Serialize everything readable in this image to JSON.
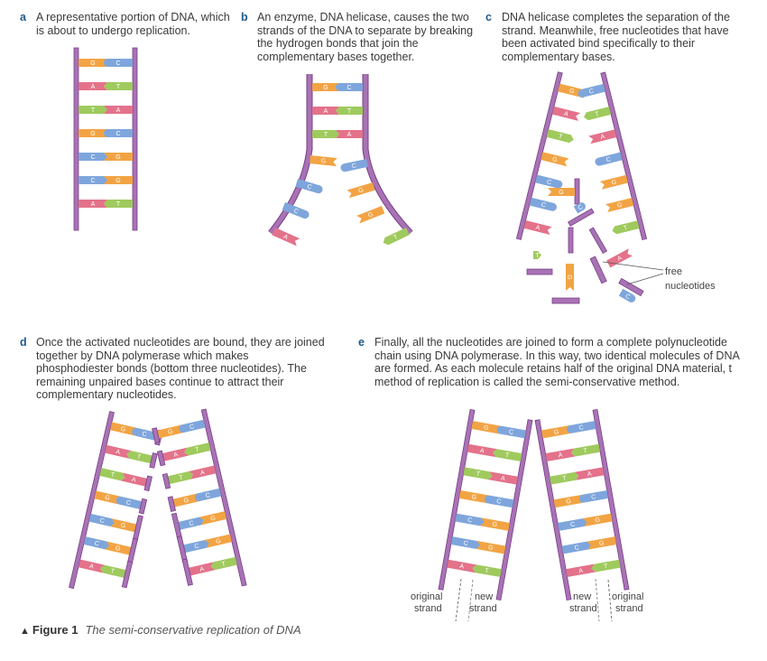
{
  "panels": {
    "a": {
      "letter": "a",
      "text": "A representative portion of DNA, which is about to undergo replication."
    },
    "b": {
      "letter": "b",
      "text": "An enzyme, DNA helicase, causes the two strands of the DNA to separate by breaking the hydrogen bonds that join the complementary bases together."
    },
    "c": {
      "letter": "c",
      "text": "DNA helicase completes the separation of the strand. Meanwhile, free nucleotides that have been activated bind specifically to their complementary bases."
    },
    "d": {
      "letter": "d",
      "text": "Once the activated nucleotides are bound, they are joined together by DNA polymerase which makes phosphodiester bonds (bottom three nucleotides). The remaining unpaired bases continue to attract their complementary nucleotides."
    },
    "e": {
      "letter": "e",
      "text": "Finally, all the nucleotides are joined to form a complete polynucleotide chain using DNA polymerase. In this way, two identical molecules of DNA are formed. As each molecule retains half of the original DNA material, t method of replication is called the semi-conservative method."
    }
  },
  "labels": {
    "free_1": "free",
    "free_2": "nucleotides",
    "original_1": "original",
    "original_2": "strand",
    "new_1": "new",
    "new_2": "strand"
  },
  "caption": {
    "figure": "Figure 1",
    "title": "The semi-conservative replication of DNA"
  },
  "base_sequence": [
    "G-C",
    "A-T",
    "T-A",
    "G-C",
    "C-G",
    "C-G",
    "A-T"
  ],
  "colors": {
    "backbone": "#a873b4",
    "backbone_edge": "#7b3f8a",
    "G": "#f2a444",
    "C": "#7ea6dc",
    "A": "#e3728a",
    "T": "#9fca5d"
  }
}
